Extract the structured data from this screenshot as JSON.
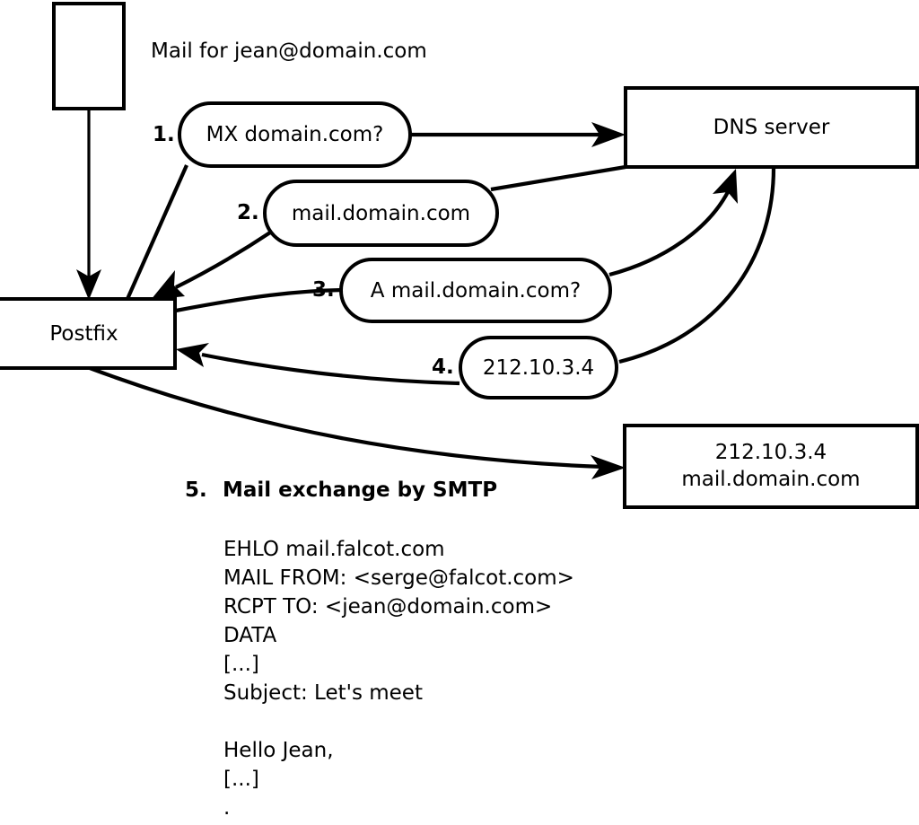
{
  "diagram": {
    "title_caption": "Mail for jean@domain.com",
    "nodes": {
      "client_box": {
        "label": ""
      },
      "postfix": {
        "label": "Postfix"
      },
      "dns_server": {
        "label": "DNS server"
      },
      "target_mx": {
        "line1": "212.10.3.4",
        "line2": "mail.domain.com"
      }
    },
    "steps": [
      {
        "num": "1.",
        "text": "MX domain.com?"
      },
      {
        "num": "2.",
        "text": "mail.domain.com"
      },
      {
        "num": "3.",
        "text": "A mail.domain.com?"
      },
      {
        "num": "4.",
        "text": "212.10.3.4"
      }
    ],
    "step5": {
      "num": "5.",
      "text": "Mail exchange by SMTP"
    },
    "smtp_transcript": [
      "EHLO mail.falcot.com",
      "MAIL FROM: <serge@falcot.com>",
      "RCPT TO: <jean@domain.com>",
      "DATA",
      "[...]",
      "Subject: Let's meet",
      "",
      "Hello Jean,",
      "[...]",
      "."
    ],
    "colors": {
      "stroke": "#000000",
      "fill": "#ffffff",
      "text": "#000000"
    }
  }
}
